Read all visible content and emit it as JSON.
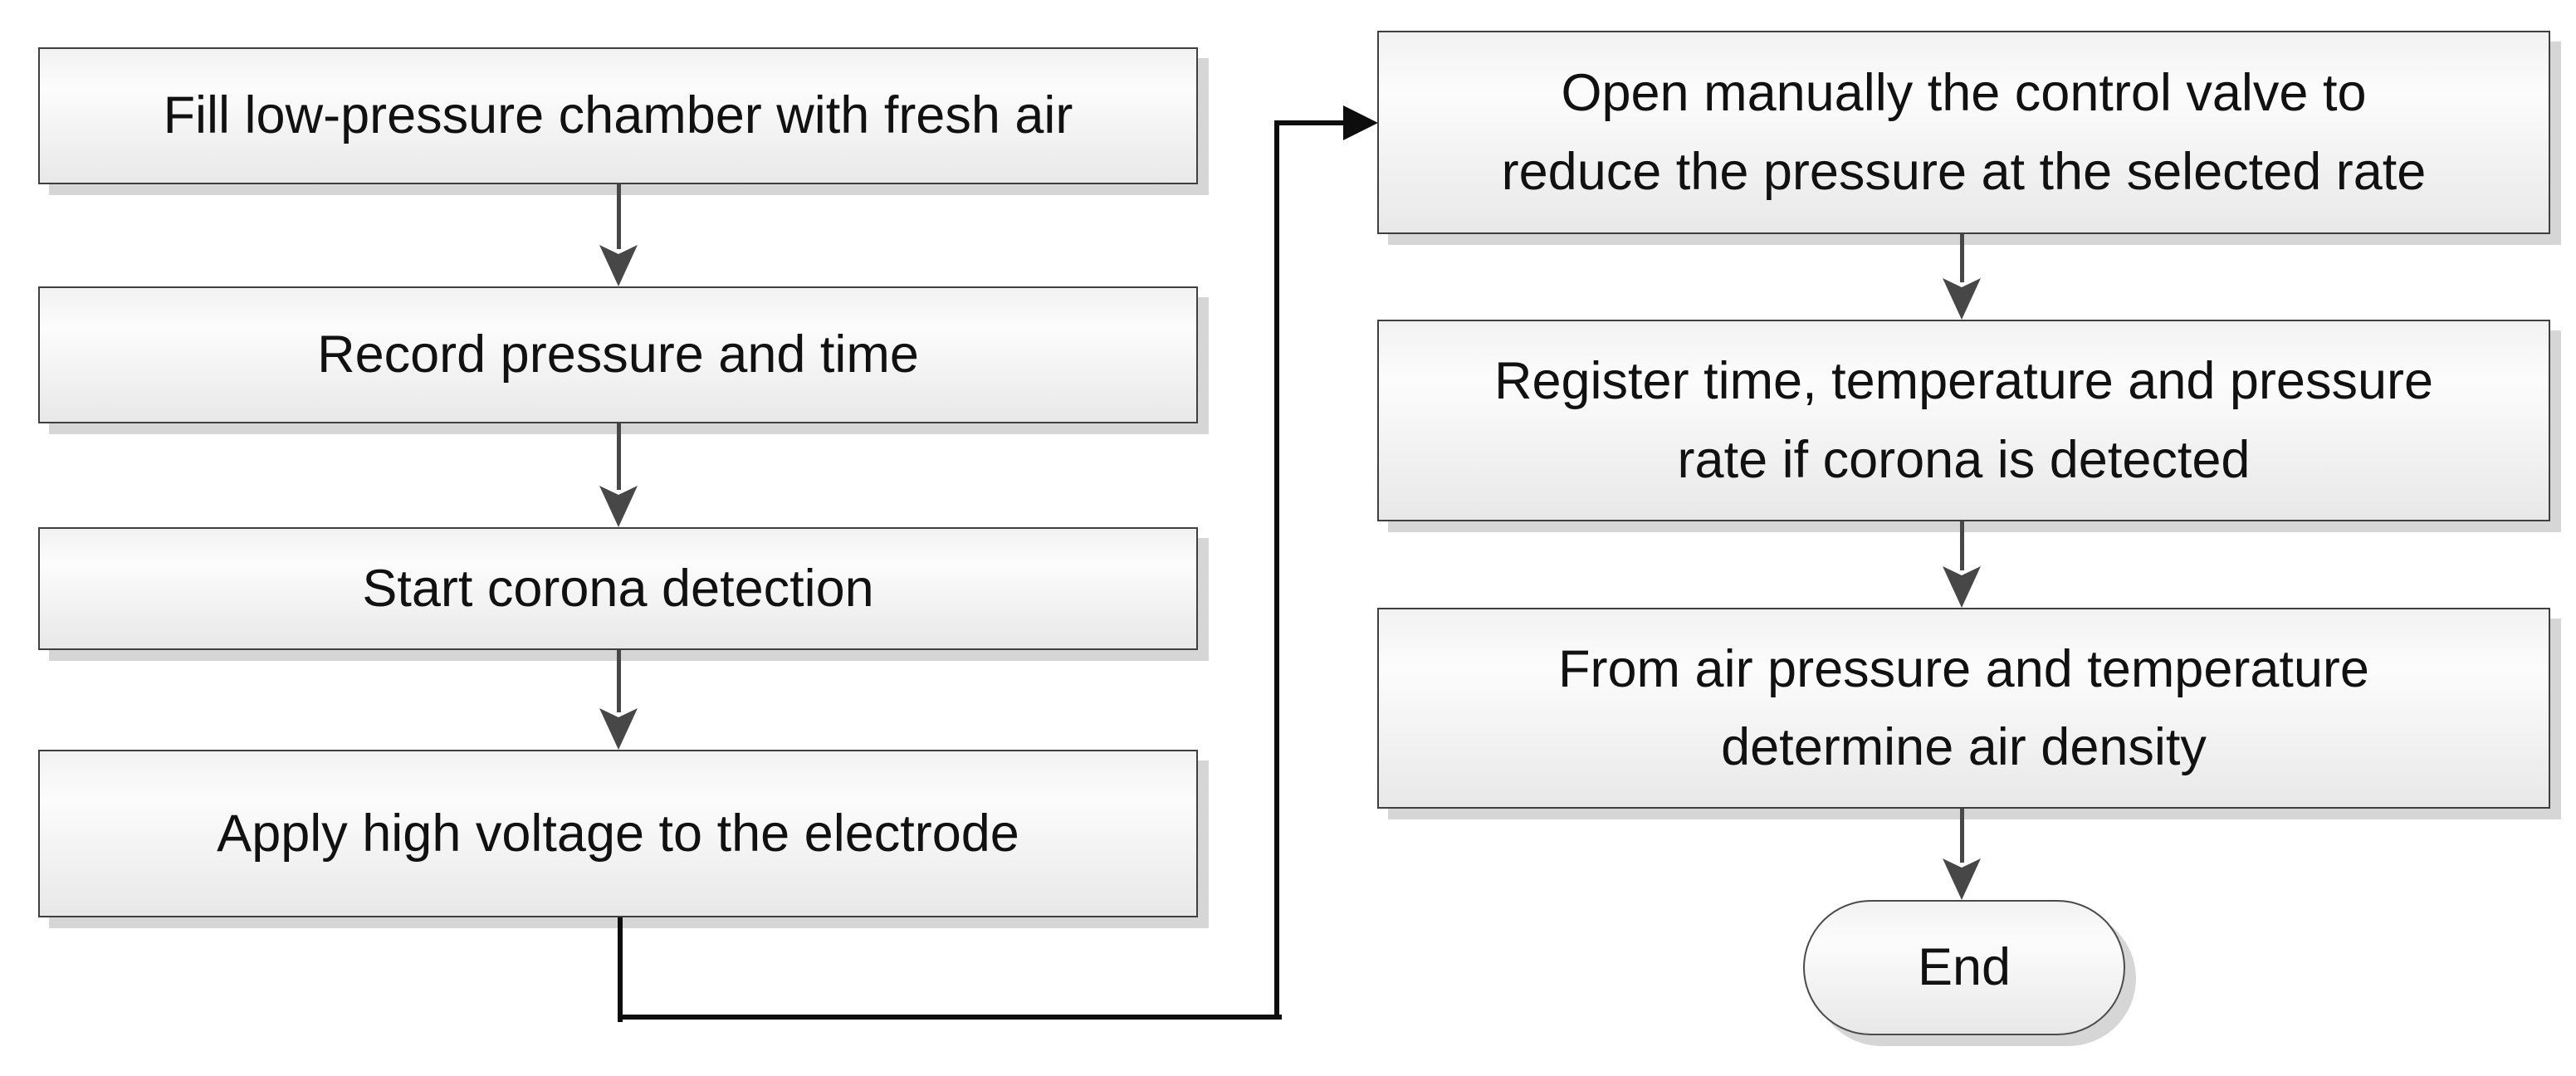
{
  "diagram": {
    "type": "flowchart",
    "nodes": [
      {
        "id": "fill-chamber",
        "shape": "process",
        "label": "Fill low-pressure chamber with fresh air"
      },
      {
        "id": "record-pressure",
        "shape": "process",
        "label": "Record pressure and time"
      },
      {
        "id": "start-detection",
        "shape": "process",
        "label": "Start corona detection"
      },
      {
        "id": "apply-voltage",
        "shape": "process",
        "label": "Apply high voltage to the electrode"
      },
      {
        "id": "open-valve",
        "shape": "process",
        "label": "Open manually the control valve to\nreduce the pressure at the selected rate"
      },
      {
        "id": "register-time",
        "shape": "process",
        "label": "Register time, temperature and pressure\nrate if corona is detected"
      },
      {
        "id": "determine-density",
        "shape": "process",
        "label": "From air pressure and temperature\ndetermine air density"
      },
      {
        "id": "end",
        "shape": "terminator",
        "label": "End"
      }
    ],
    "icons": {
      "arrow_down": "barbed-down-triangle",
      "arrow_right": "solid-right-triangle"
    },
    "connections": [
      "fill-chamber -> record-pressure",
      "record-pressure -> start-detection",
      "start-detection -> apply-voltage",
      "apply-voltage -> open-valve (elbow: down, right, up, right)",
      "open-valve -> register-time",
      "register-time -> determine-density",
      "determine-density -> end"
    ],
    "colors": {
      "background": "#ffffff",
      "box_border": "#3f3f3f",
      "box_fill_top": "#f2f2f2",
      "box_fill_mid": "#fcfcfc",
      "box_fill_bottom": "#e8e8e8",
      "shadow": "#d6d6d6",
      "arrow_gray": "#474747",
      "connector_black": "#0d0d0d",
      "text": "#111111"
    }
  }
}
